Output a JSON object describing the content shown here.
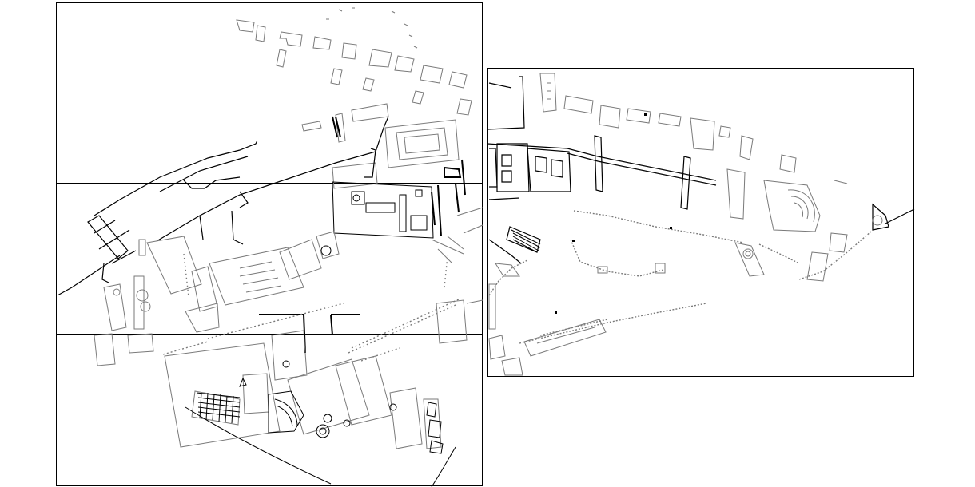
{
  "drawing": {
    "background": "#ffffff",
    "frame_color": "#000000",
    "wall_color": "#000000",
    "detail_color": "#7a7a7a"
  },
  "sheets": [
    {
      "id": "west-sheet",
      "strips": 3
    },
    {
      "id": "east-sheet",
      "strips": 1
    }
  ]
}
